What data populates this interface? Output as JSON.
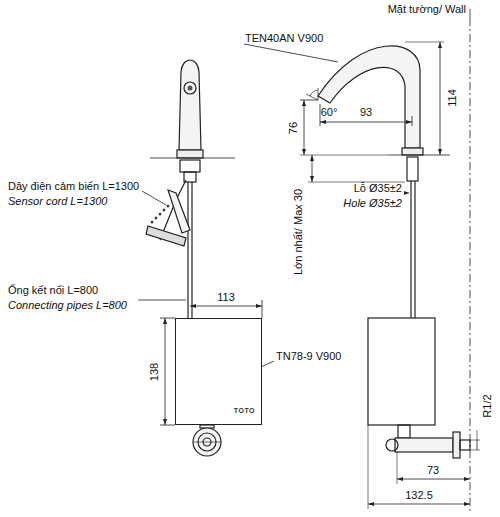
{
  "diagram": {
    "nodes": [
      {
        "text": [
          "TOTO"
        ]
      }
    ],
    "labels": [
      "Mặt tường/ Wall",
      "TEN40AN V900",
      "60°",
      "93",
      "114",
      "76",
      "Lỗ Ø35±2",
      "Hole Ø35±2",
      "Lớn nhất/ Max 30",
      "Dây điện cảm biến L=1300",
      "Sensor cord L=1300",
      "Ống kết nối L=800",
      "Connecting pipes L=800",
      "113",
      "TN78-9 V900",
      "138",
      "R1/2",
      "73",
      "132.5"
    ]
  }
}
